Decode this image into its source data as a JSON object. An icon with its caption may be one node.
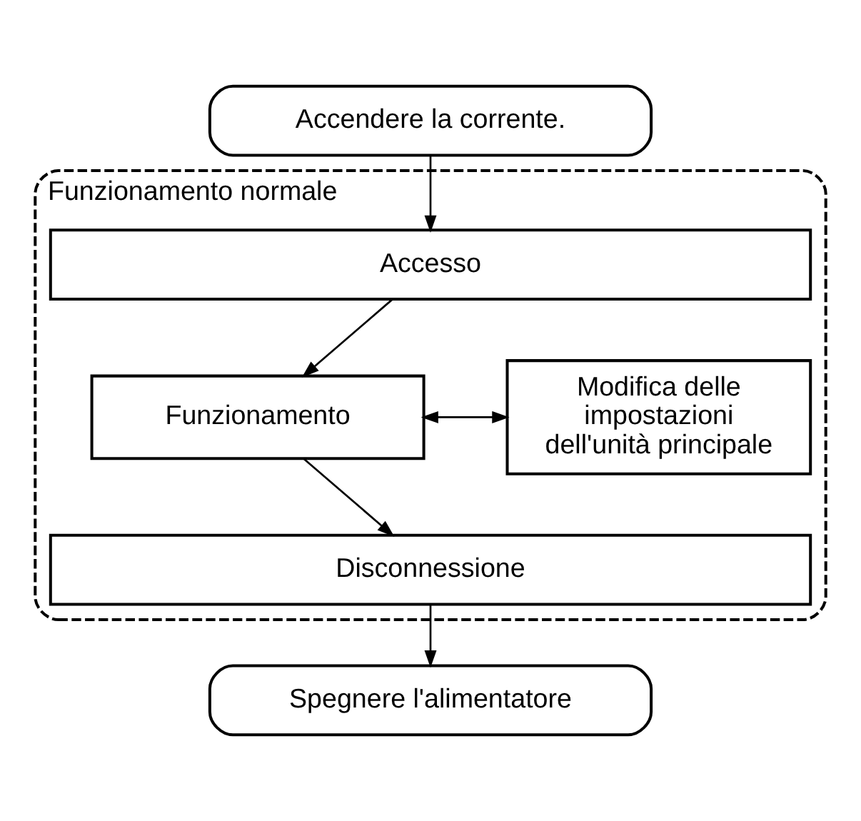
{
  "diagram": {
    "nodes": [
      {
        "text": [
          "Accendere la corrente."
        ]
      },
      {
        "text": [
          "Funzionamento normale"
        ]
      },
      {
        "text": [
          "Accesso"
        ],
        "in": 1
      },
      {
        "text": [
          "Funzionamento"
        ],
        "in": 1
      },
      {
        "text": [
          "Modifica delle impostazioni dell'unità principale"
        ],
        "in": 1
      },
      {
        "text": [
          "Disconnessione"
        ],
        "in": 1
      },
      {
        "text": [
          "Spegnere l'alimentatore"
        ]
      }
    ],
    "edges": [
      {
        "from": 0,
        "to": 2,
        "arrow": "to"
      },
      {
        "from": 2,
        "to": 3,
        "arrow": "to"
      },
      {
        "from": 3,
        "to": 4,
        "arrow": "both"
      },
      {
        "from": 3,
        "to": 5,
        "arrow": "to"
      },
      {
        "from": 5,
        "to": 6,
        "arrow": "to"
      }
    ]
  }
}
